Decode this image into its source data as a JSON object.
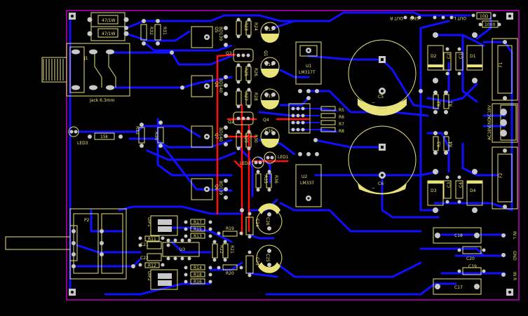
{
  "board": {
    "edge_color": "#c000c0",
    "silk_color": "#e8e27a",
    "trace_color": "#1010ff",
    "top_trace_color": "#ff1010"
  },
  "labels": {
    "r_top1": "47/1W",
    "r_top2": "47/1W",
    "r32": "R32",
    "r31": "R31",
    "j1": "J1",
    "jack": "Jack 6.3mm",
    "q5": "Q5",
    "bd139_q5": "BD139",
    "r23": "R23",
    "r24": "R24",
    "q3": "Q3",
    "q1": "Q1",
    "c13": "C13",
    "u1": "U1",
    "lm317": "LM317T",
    "q8": "Q8",
    "bd140_q8": "BD140",
    "r25": "R25",
    "r26": "R26",
    "c14": "C14",
    "r27": "R27",
    "r28": "R28",
    "c15": "C15",
    "q4": "Q4",
    "q2": "Q2",
    "c16": "C16",
    "r29": "R29",
    "r30": "R30",
    "r5": "R5",
    "r6": "R6",
    "r7": "R7",
    "r8": "R8",
    "c5": "C5",
    "c6": "C6",
    "led3": "LED3",
    "r15k": "15k",
    "r33": "R33",
    "r34": "R34",
    "q7": "Q7",
    "bd140_q7": "BD140",
    "led1": "LED1",
    "led2": "LED2",
    "r35": "R35",
    "r36": "R36",
    "u2": "U2",
    "lm337": "LM337",
    "q6": "Q6",
    "bd139_q6": "BD139",
    "p2": "P2",
    "dip1": "DIP1",
    "dip2": "DIP2",
    "r17": "R17",
    "r15": "R15",
    "r13": "R13",
    "r19": "R19",
    "c24": "C24",
    "c26": "C26",
    "r11": "R11",
    "c21": "C21",
    "u3": "U3",
    "r22": "R22",
    "r21": "R21",
    "c22": "C22",
    "r12": "R12",
    "r14": "R14",
    "r18": "R18",
    "r16": "R16",
    "r20": "R20",
    "c23": "C23",
    "c25": "C25",
    "out_r": "OUT R",
    "gnd_top": "GND",
    "out_l": "OUT L",
    "r10": "10Ω",
    "c1000": "1000",
    "d2": "D2",
    "d1": "D1",
    "c2": "C2",
    "c1": "C1",
    "f1": "F1",
    "r2": "R2",
    "r1": "R1",
    "ac18v": "AC18V",
    "gnd_ac": "GND",
    "ac18v_2": "AC18V",
    "r3": "R3",
    "r4": "R4",
    "f2": "F2",
    "d3": "D3",
    "c3": "C3",
    "c4": "C4",
    "d4": "D4",
    "c18": "C18",
    "in_l": "IN L",
    "c20": "C20",
    "gnd_in": "GND",
    "c19": "C19",
    "in_r": "IN R",
    "c17": "C17",
    "minus": "−"
  }
}
